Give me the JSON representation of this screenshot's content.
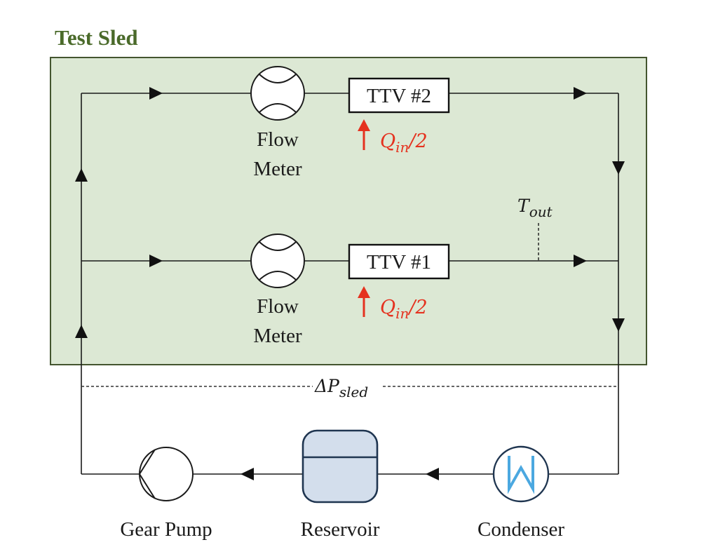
{
  "title": "Test Sled",
  "flow_meter_label_line1": "Flow",
  "flow_meter_label_line2": "Meter",
  "ttv2": "TTV #2",
  "ttv1": "TTV #1",
  "q_symbol": "Q",
  "q_sub": "in",
  "q_suffix": "/2",
  "tout_symbol": "T",
  "tout_sub": "out",
  "dp_symbol": "ΔP",
  "dp_sub": "sled",
  "pump_label": "Gear Pump",
  "reservoir_label": "Reservoir",
  "condenser_label": "Condenser",
  "colors": {
    "sled_fill": "#dce8d4",
    "sled_border": "#44552f",
    "title": "#4a6a2a",
    "heat": "#e5321f",
    "reservoir_fill": "#d3deec",
    "reservoir_border": "#1f3550",
    "condenser_coil": "#4ba8e0",
    "condenser_border": "#1f3550"
  }
}
